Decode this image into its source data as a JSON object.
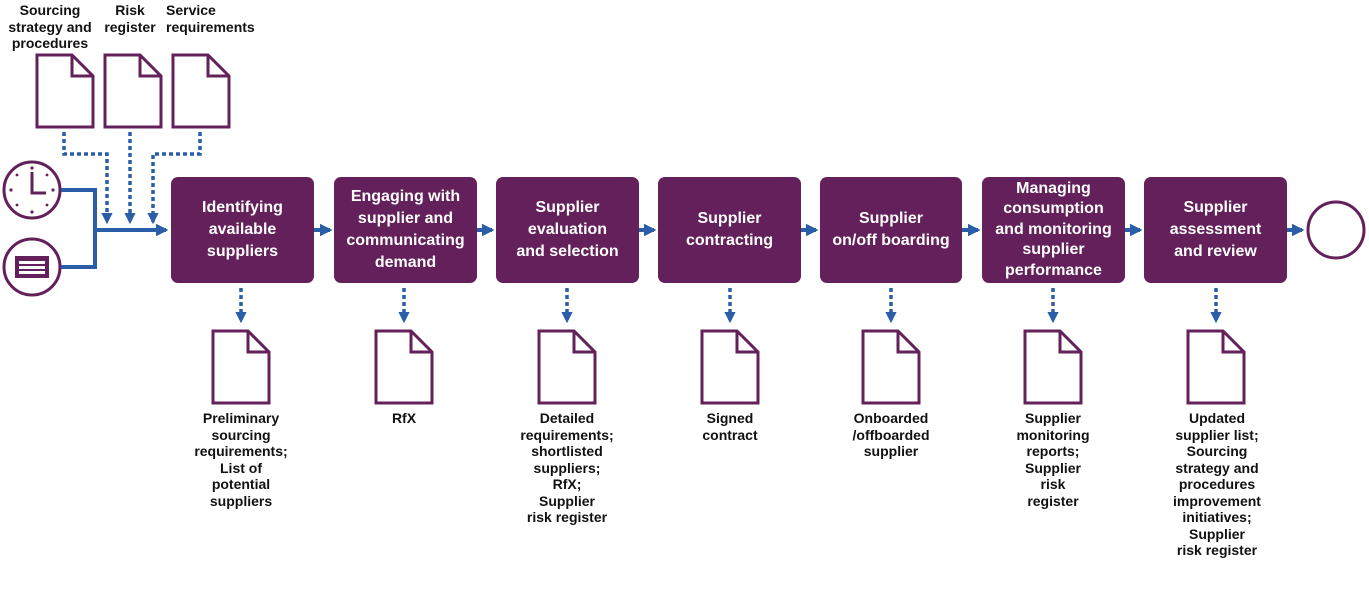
{
  "inputs": {
    "sourcing_strategy": "Sourcing\nstrategy and\nprocedures",
    "risk_register": "Risk\nregister",
    "service_requirements": "Service\nrequirements"
  },
  "triggers": [
    "clock-icon",
    "document-list-icon"
  ],
  "steps": [
    {
      "label": "Identifying\navailable\nsuppliers",
      "output": "Preliminary\nsourcing\nrequirements;\nList of\npotential\nsuppliers"
    },
    {
      "label": "Engaging with\nsupplier and\ncommunicating\ndemand",
      "output": "RfX"
    },
    {
      "label": "Supplier\nevaluation\nand selection",
      "output": "Detailed\nrequirements;\nshortlisted\nsuppliers;\nRfX;\nSupplier\nrisk register"
    },
    {
      "label": "Supplier\ncontracting",
      "output": "Signed\ncontract"
    },
    {
      "label": "Supplier\non/off boarding",
      "output": "Onboarded\n/offboarded\nsupplier"
    },
    {
      "label": "Managing\nconsumption\nand monitoring\nsupplier\nperformance",
      "output": "Supplier\nmonitoring\nreports;\nSupplier\nrisk\nregister"
    },
    {
      "label": "Supplier\nassessment\nand review",
      "output": "Updated\nsupplier list;\nSourcing\nstrategy and\nprocedures\nimprovement\ninitiatives;\nSupplier\nrisk register"
    }
  ],
  "colors": {
    "step": "#63205a",
    "arrow": "#2a5ea8",
    "doc": "#63205a",
    "text": "#111111"
  }
}
